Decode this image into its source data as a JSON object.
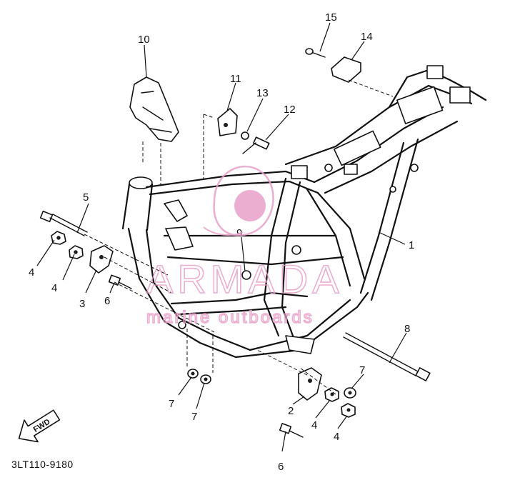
{
  "diagram": {
    "code": "3LT110-9180",
    "fwd_label": "FWD",
    "callouts": [
      {
        "id": "c1",
        "text": "1"
      },
      {
        "id": "c2",
        "text": "2"
      },
      {
        "id": "c3",
        "text": "3"
      },
      {
        "id": "c4a",
        "text": "4"
      },
      {
        "id": "c4b",
        "text": "4"
      },
      {
        "id": "c4c",
        "text": "4"
      },
      {
        "id": "c4d",
        "text": "4"
      },
      {
        "id": "c5",
        "text": "5"
      },
      {
        "id": "c6a",
        "text": "6"
      },
      {
        "id": "c6b",
        "text": "6"
      },
      {
        "id": "c7a",
        "text": "7"
      },
      {
        "id": "c7b",
        "text": "7"
      },
      {
        "id": "c7c",
        "text": "7"
      },
      {
        "id": "c8",
        "text": "8"
      },
      {
        "id": "c9",
        "text": "9"
      },
      {
        "id": "c10",
        "text": "10"
      },
      {
        "id": "c11",
        "text": "11"
      },
      {
        "id": "c12",
        "text": "12"
      },
      {
        "id": "c13",
        "text": "13"
      },
      {
        "id": "c14",
        "text": "14"
      },
      {
        "id": "c15",
        "text": "15"
      }
    ]
  },
  "watermark": {
    "brand": "ARMADA",
    "tagline": "marine outboards",
    "color": "#e8a0c8"
  }
}
